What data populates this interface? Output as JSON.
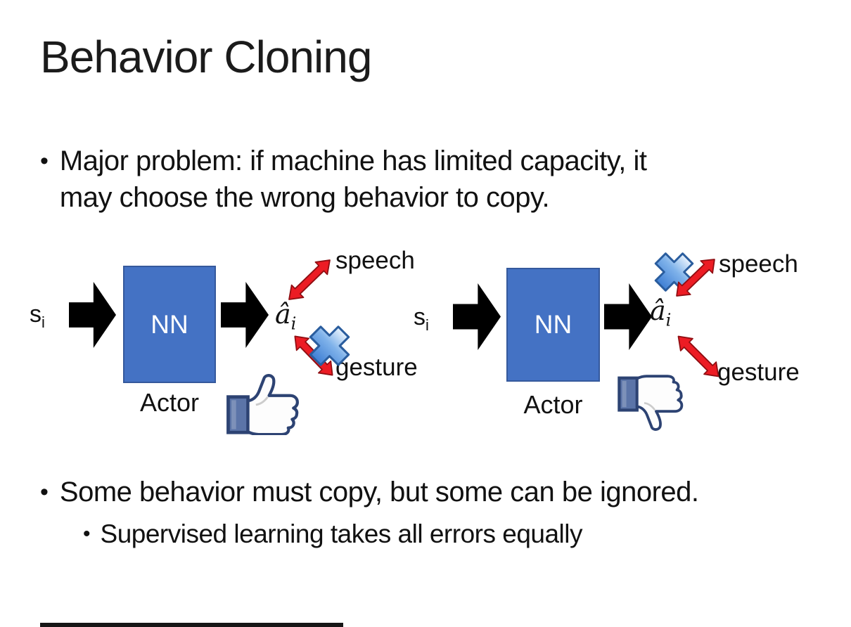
{
  "slide_title": "Behavior Cloning",
  "bullet_char": "•",
  "bullets": {
    "main1_line1": "Major problem: if machine has limited capacity, it",
    "main1_line2": "may choose the wrong behavior to copy.",
    "main2": "Some behavior must copy, but some can be ignored.",
    "sub1": "Supervised learning takes all errors equally"
  },
  "diagram_left": {
    "input_symbol": "s",
    "input_subscript": "i",
    "nn_label": "NN",
    "actor_label": "Actor",
    "output_symbol": "â",
    "output_subscript": "i",
    "speech_label": "speech",
    "gesture_label": "gesture",
    "crossed_out_action": "gesture",
    "feedback_icon": "thumbs-up"
  },
  "diagram_right": {
    "input_symbol": "s",
    "input_subscript": "i",
    "nn_label": "NN",
    "actor_label": "Actor",
    "output_symbol": "â",
    "output_subscript": "i",
    "speech_label": "speech",
    "gesture_label": "gesture",
    "crossed_out_action": "speech",
    "feedback_icon": "thumbs-down"
  },
  "colors": {
    "nn_box_fill": "#4472c4",
    "nn_box_border": "#35599c",
    "black_arrow": "#000000",
    "red_arrow": "#ec1c24",
    "cross_blue": "#4f8fdd",
    "thumb_navy": "#2d4373",
    "thumb_cuff": "#5b74a8",
    "text_color": "#111111"
  }
}
